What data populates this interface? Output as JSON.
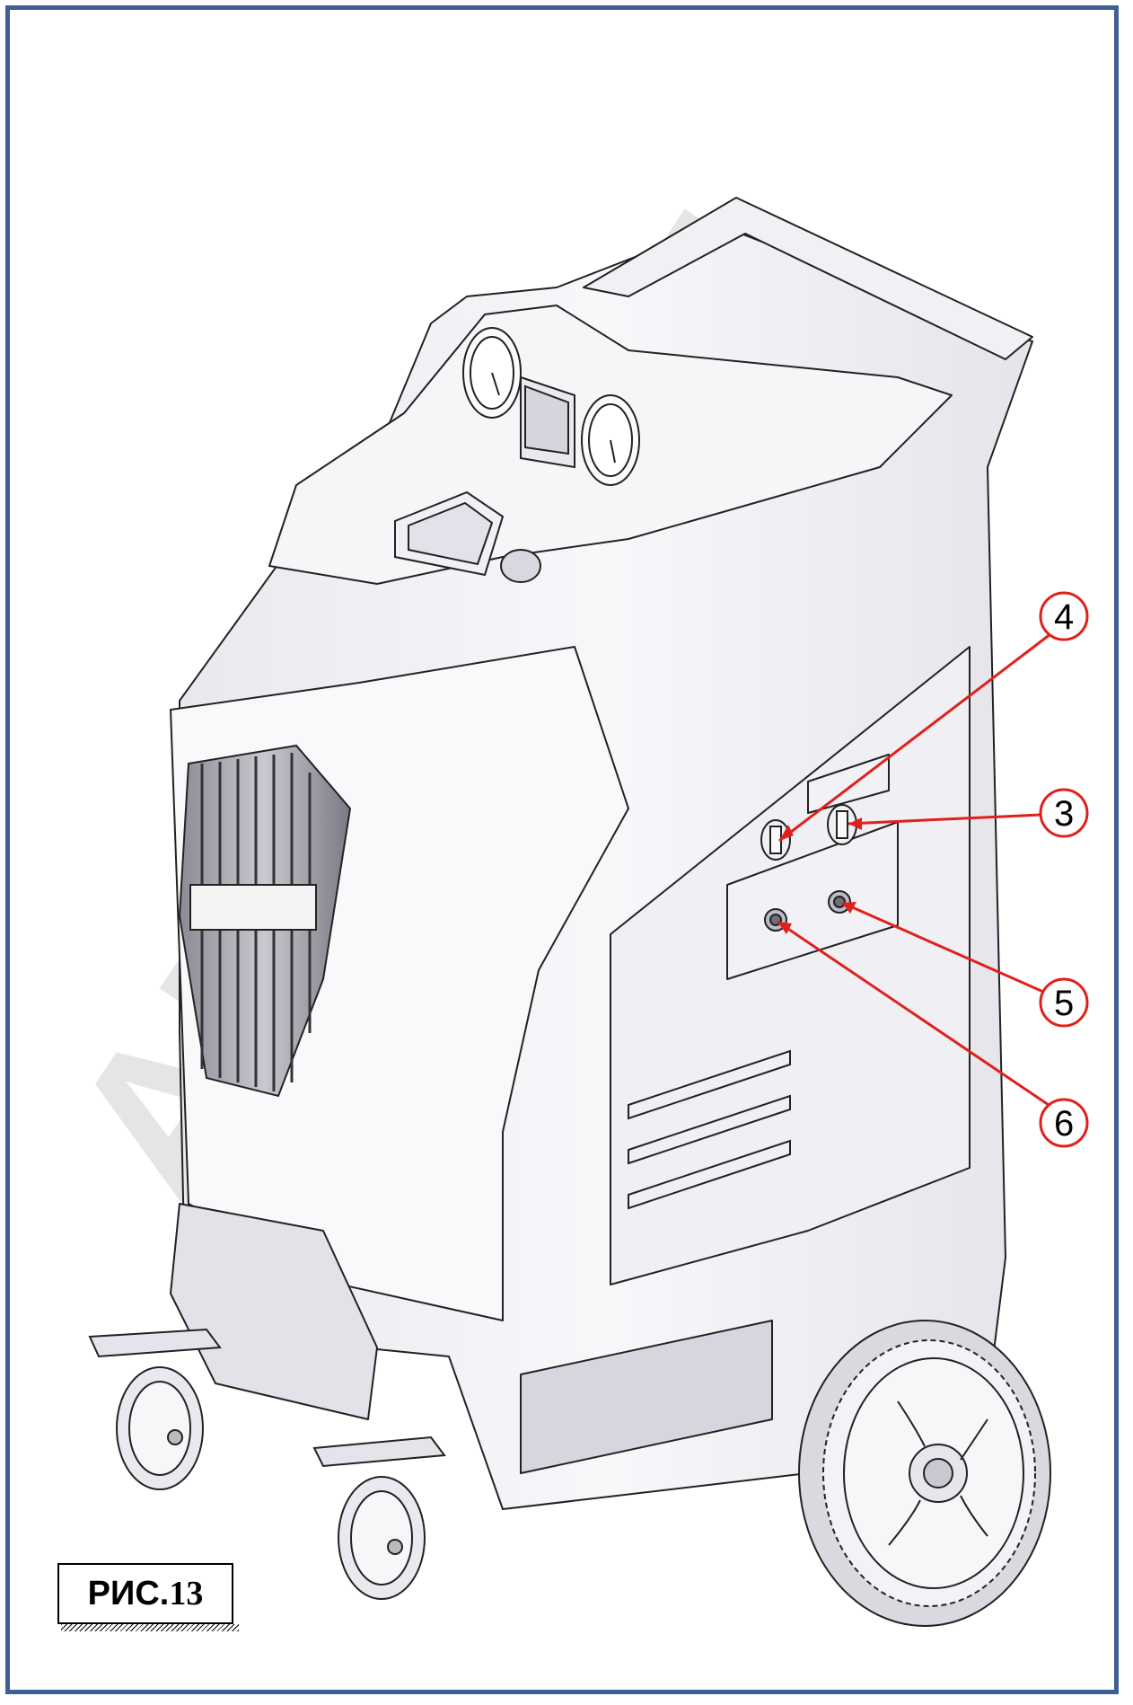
{
  "figure": {
    "label_prefix": "РИС.",
    "label_number": "13"
  },
  "watermark": {
    "text": "ARTAZ.RU",
    "color": "#d9d9d9"
  },
  "callouts": [
    {
      "id": "4",
      "label": "4"
    },
    {
      "id": "3",
      "label": "3"
    },
    {
      "id": "5",
      "label": "5"
    },
    {
      "id": "6",
      "label": "6"
    }
  ],
  "colors": {
    "frame": "#3d5f91",
    "callout": "#e0201b",
    "outline": "#202020",
    "body_fill": "#f3f3f7"
  },
  "icons": [
    "gauge-icon",
    "display-screen-icon",
    "knob-icon",
    "connector-port-icon",
    "wheel-icon",
    "caster-wheel-icon"
  ]
}
